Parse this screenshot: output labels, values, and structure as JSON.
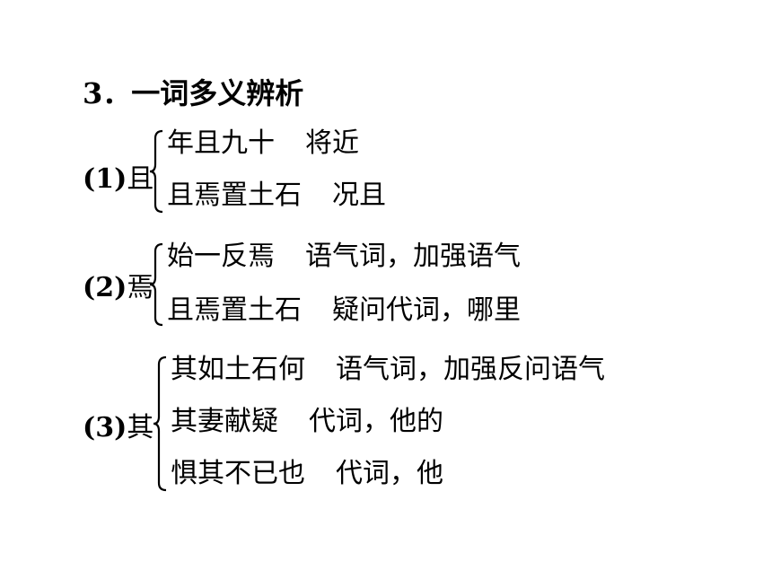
{
  "heading": "3．一词多义辨析",
  "groups": [
    {
      "number": "(1)",
      "character": "且",
      "entries": [
        {
          "phrase": "年且九十",
          "meaning": "将近"
        },
        {
          "phrase": "且焉置土石",
          "meaning": "况且"
        }
      ]
    },
    {
      "number": "(2)",
      "character": "焉",
      "entries": [
        {
          "phrase": "始一反焉",
          "meaning": "语气词，加强语气"
        },
        {
          "phrase": "且焉置土石",
          "meaning": "疑问代词，哪里"
        }
      ]
    },
    {
      "number": "(3)",
      "character": "其",
      "entries": [
        {
          "phrase": "其如土石何",
          "meaning": "语气词，加强反问语气"
        },
        {
          "phrase": "其妻献疑",
          "meaning": "代词，他的"
        },
        {
          "phrase": "惧其不已也",
          "meaning": "代词，他"
        }
      ]
    }
  ]
}
